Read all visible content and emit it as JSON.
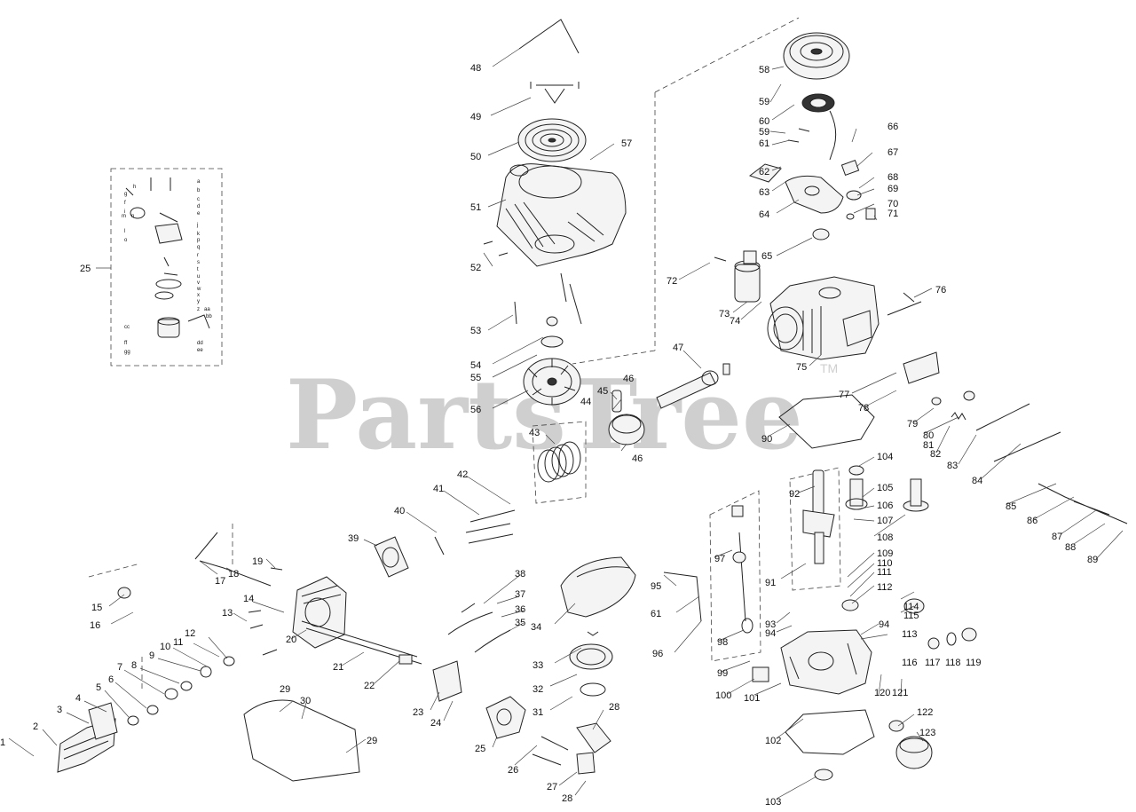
{
  "watermark": {
    "text": "PartsTree",
    "tm": "TM"
  },
  "callouts": [
    "1",
    "2",
    "3",
    "4",
    "5",
    "6",
    "7",
    "8",
    "9",
    "10",
    "11",
    "12",
    "13",
    "14",
    "15",
    "16",
    "17",
    "18",
    "19",
    "20",
    "21",
    "22",
    "23",
    "24",
    "25",
    "26",
    "27",
    "28",
    "29",
    "30",
    "31",
    "32",
    "33",
    "34",
    "35",
    "36",
    "37",
    "38",
    "39",
    "40",
    "41",
    "42",
    "43",
    "44",
    "45",
    "46",
    "47",
    "48",
    "49",
    "50",
    "51",
    "52",
    "53",
    "54",
    "55",
    "56",
    "57",
    "58",
    "59",
    "60",
    "61",
    "62",
    "63",
    "64",
    "65",
    "66",
    "67",
    "68",
    "69",
    "70",
    "71",
    "72",
    "73",
    "74",
    "75",
    "76",
    "77",
    "78",
    "79",
    "80",
    "81",
    "82",
    "83",
    "84",
    "85",
    "86",
    "87",
    "88",
    "89",
    "90",
    "91",
    "92",
    "93",
    "94",
    "95",
    "96",
    "97",
    "98",
    "99",
    "100",
    "101",
    "102",
    "103",
    "104",
    "105",
    "106",
    "107",
    "108",
    "109",
    "110",
    "111",
    "112",
    "113",
    "114",
    "115",
    "116",
    "117",
    "118",
    "119",
    "120",
    "121",
    "122",
    "123"
  ],
  "inset_letters": [
    "a",
    "b",
    "c",
    "d",
    "e",
    "f",
    "g",
    "h",
    "i",
    "j",
    "k",
    "l",
    "m",
    "n",
    "o",
    "p",
    "q",
    "r",
    "s",
    "t",
    "u",
    "v",
    "w",
    "x",
    "y",
    "z",
    "aa",
    "bb",
    "cc",
    "dd",
    "ee",
    "ff",
    "gg"
  ]
}
